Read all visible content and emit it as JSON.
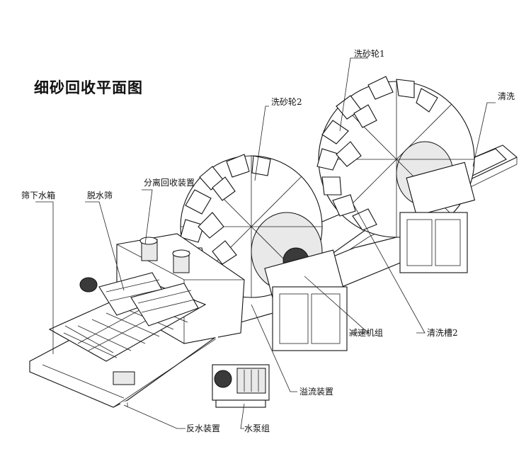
{
  "title": "细砂回收平面图",
  "labels": {
    "sand_wheel_1": "洗砂轮1",
    "sand_wheel_2": "洗砂轮2",
    "wash_tank_1": "清洗",
    "wash_tank_2": "清洗槽2",
    "screen_water_tank": "筛下水箱",
    "dewatering_screen": "脱水筛",
    "separation_recovery": "分离回收装置",
    "reducer_unit": "减速机组",
    "overflow_device": "溢流装置",
    "return_water_device": "反水装置",
    "pump_unit": "水泵组"
  }
}
